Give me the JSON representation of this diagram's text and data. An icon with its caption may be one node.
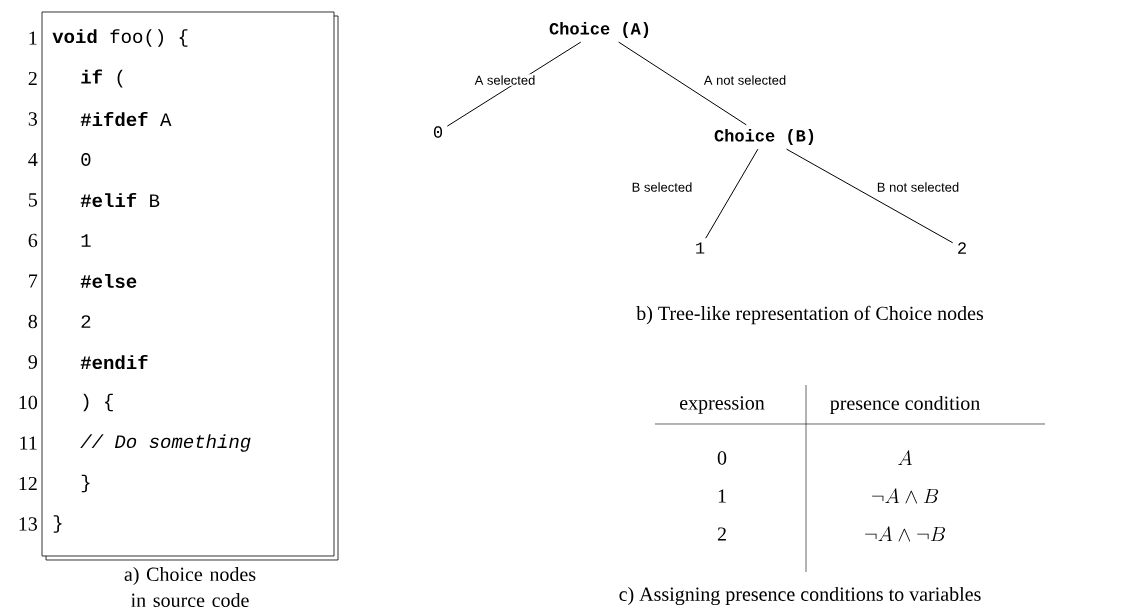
{
  "diagram": {
    "nodes": [
      {
        "text": [
          "**void** foo() {",
          "**if** (",
          "**#ifdef** A",
          "0",
          "**#elif** B",
          "1",
          "**#else**",
          "2",
          "**#endif**",
          ") {",
          "*// Do something*",
          "}",
          "}"
        ]
      },
      {
        "text": [
          "Choice (A)"
        ]
      },
      {
        "text": [
          "0"
        ]
      },
      {
        "text": [
          "Choice (B)"
        ]
      },
      {
        "text": [
          "1"
        ]
      },
      {
        "text": [
          "2"
        ]
      }
    ],
    "edges": [
      {
        "from": 1,
        "to": 2,
        "arrow": "none",
        "label": "A selected"
      },
      {
        "from": 1,
        "to": 3,
        "arrow": "none",
        "label": "A not selected"
      },
      {
        "from": 3,
        "to": 4,
        "arrow": "none",
        "label": "B selected"
      },
      {
        "from": 3,
        "to": 5,
        "arrow": "none",
        "label": "B not selected"
      }
    ],
    "labels": [
      "1",
      "2",
      "3",
      "4",
      "5",
      "6",
      "7",
      "8",
      "9",
      "10",
      "11",
      "12",
      "13",
      "a) Choice nodes in source code",
      "b) Tree-like representation of Choice nodes",
      "expression",
      "presence condition",
      "0",
      "A",
      "1",
      "\\neg A \\land B",
      "2",
      "\\neg A \\land \\neg B",
      "c) Assigning presence conditions to variables"
    ]
  }
}
